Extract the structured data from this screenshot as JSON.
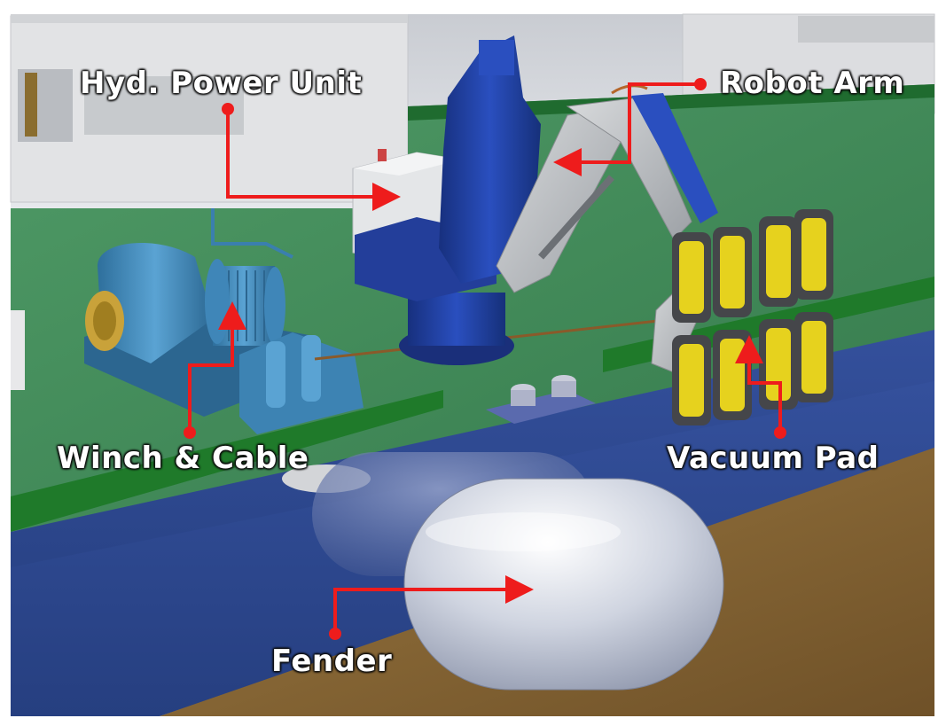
{
  "labels": {
    "hyd_power_unit": "Hyd. Power Unit",
    "robot_arm": "Robot Arm",
    "winch_cable": "Winch & Cable",
    "vacuum_pad": "Vacuum Pad",
    "fender": "Fender"
  },
  "colors": {
    "callout": "#ee1c1c",
    "deck": "#3f8a5a",
    "water": "#2f4a92",
    "seabed": "#8a6a3a",
    "machinery_blue": "#1e3f9e",
    "winch_blue": "#3a8ac0",
    "vacuum_pad_yellow": "#e6d21e",
    "fender_white": "#d9dde8"
  }
}
